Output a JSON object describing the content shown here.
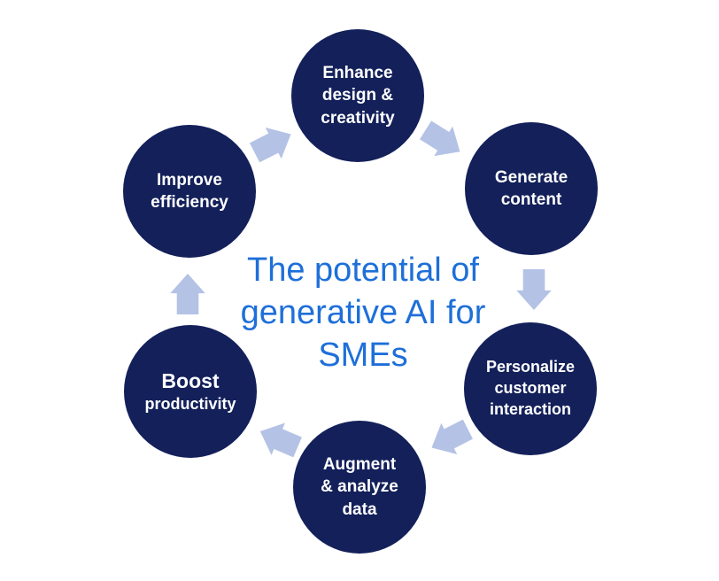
{
  "diagram": {
    "title": "The potential of\ngenerative AI for\nSMEs",
    "title_color": "#1e6fd9",
    "node_fill_color": "#13205a",
    "node_text_color": "#ffffff",
    "arrow_color": "#b4c2e6",
    "nodes": [
      {
        "id": "enhance-design-creativity",
        "label": "Enhance\ndesign &\ncreativity"
      },
      {
        "id": "generate-content",
        "label": "Generate\ncontent"
      },
      {
        "id": "personalize-customer-interaction",
        "label": "Personalize\ncustomer\ninteraction"
      },
      {
        "id": "augment-analyze-data",
        "label": "Augment\n& analyze\ndata"
      },
      {
        "id": "boost-productivity",
        "label": "Boost\nproductivity"
      },
      {
        "id": "improve-efficiency",
        "label": "Improve\nefficiency"
      }
    ],
    "arrows": [
      {
        "from": "improve-efficiency",
        "to": "enhance-design-creativity",
        "direction": "up-right"
      },
      {
        "from": "enhance-design-creativity",
        "to": "generate-content",
        "direction": "down-right"
      },
      {
        "from": "generate-content",
        "to": "personalize-customer-interaction",
        "direction": "down"
      },
      {
        "from": "personalize-customer-interaction",
        "to": "augment-analyze-data",
        "direction": "down-left"
      },
      {
        "from": "augment-analyze-data",
        "to": "boost-productivity",
        "direction": "up-left"
      },
      {
        "from": "boost-productivity",
        "to": "improve-efficiency",
        "direction": "up"
      }
    ]
  }
}
